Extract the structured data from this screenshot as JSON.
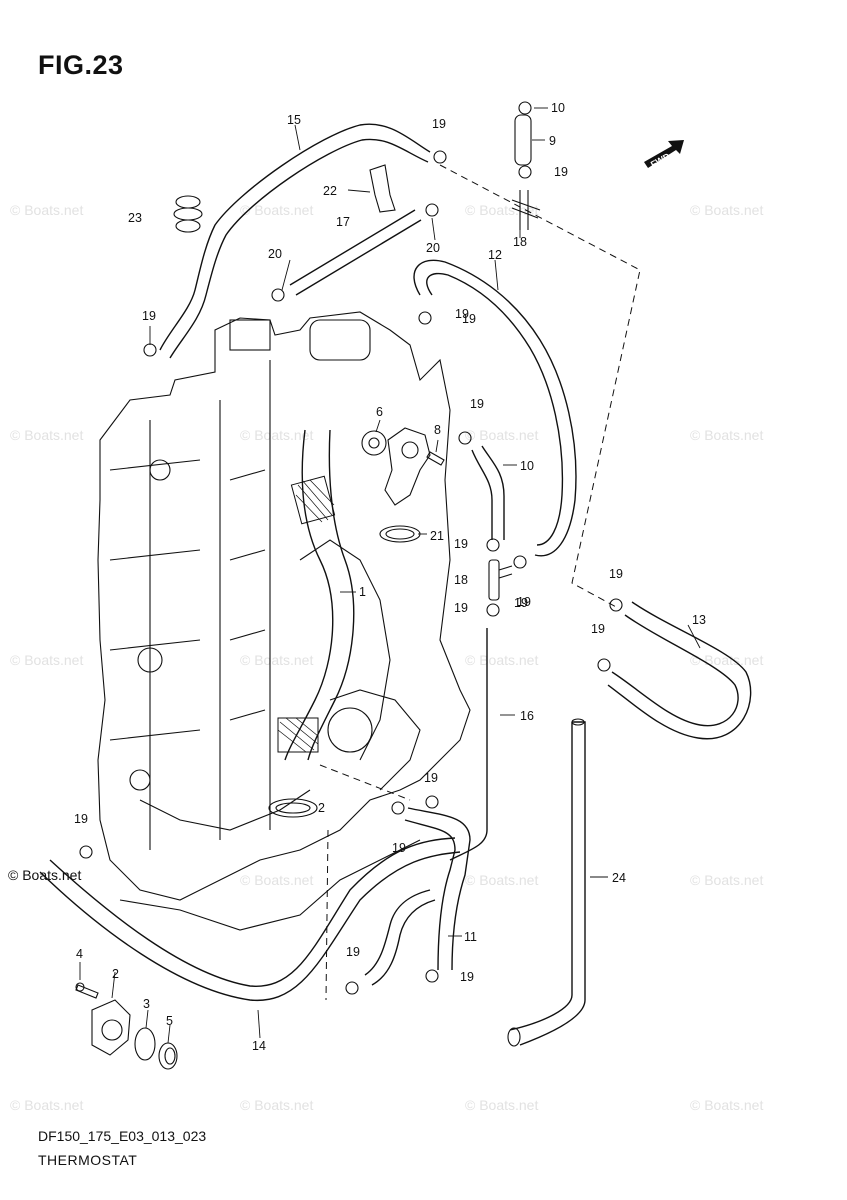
{
  "figure": {
    "title": "FIG.23",
    "code": "DF150_175_E03_013_023",
    "name": "THERMOSTAT"
  },
  "watermark": "© Boats.net",
  "direction_badge": "FWD",
  "callouts": {
    "c1": "1",
    "c2a": "2",
    "c2b": "2",
    "c3": "3",
    "c4": "4",
    "c5": "5",
    "c6": "6",
    "c8": "8",
    "c9": "9",
    "c10a": "10",
    "c10b": "10",
    "c11": "11",
    "c12": "12",
    "c13": "13",
    "c14": "14",
    "c15": "15",
    "c16": "16",
    "c17": "17",
    "c18a": "18",
    "c18b": "18",
    "c19a": "19",
    "c19b": "19",
    "c19c": "19",
    "c19d": "19",
    "c19e": "19",
    "c19f": "19",
    "c19g": "19",
    "c19h": "19",
    "c19i": "19",
    "c19j": "19",
    "c19k": "19",
    "c19l": "19",
    "c19m": "19",
    "c19n": "19",
    "c19o": "19",
    "c19p": "19",
    "c19q": "19",
    "c20a": "20",
    "c20b": "20",
    "c21": "21",
    "c22": "22",
    "c23": "23",
    "c24": "24"
  }
}
